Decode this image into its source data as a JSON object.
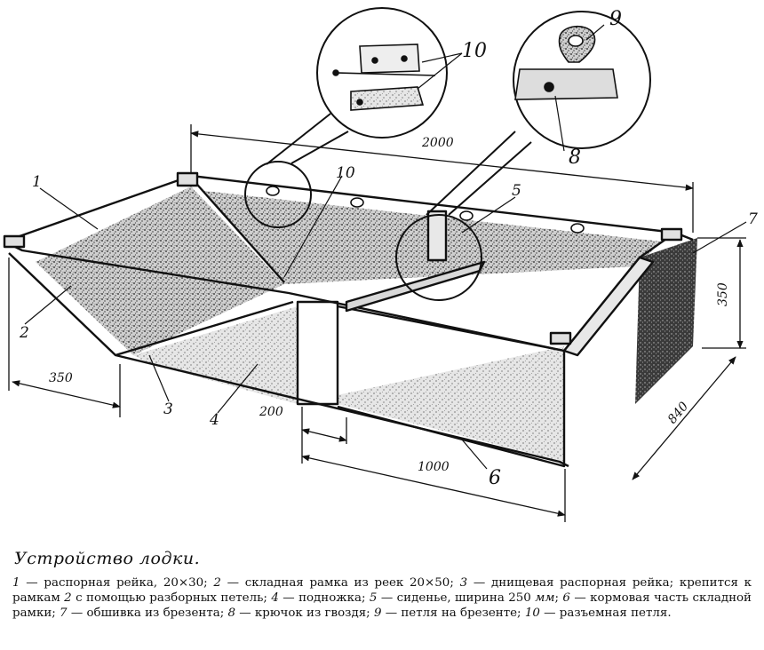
{
  "dimensions": {
    "length": "2000",
    "height": "350",
    "width": "840",
    "bow": "350",
    "step": "200",
    "stern": "1000"
  },
  "labels": [
    "1",
    "2",
    "3",
    "4",
    "5",
    "6",
    "7",
    "8",
    "9",
    "10",
    "10"
  ],
  "caption": {
    "title": "Устройство лодки.",
    "legend": [
      {
        "num": "1",
        "text": " — распорная рейка, 20×30; "
      },
      {
        "num": "2",
        "text": " — складная рамка из реек 20×50; "
      },
      {
        "num": "3",
        "text": " — днищевая распорная рейка; крепится к рамкам "
      },
      {
        "num": "2",
        "text": " с помощью разборных петель; "
      },
      {
        "num": "4",
        "text": " — подножка; "
      },
      {
        "num": "5",
        "text": " — сиденье, ширина 250 "
      },
      {
        "unit": "мм",
        "text": "; "
      },
      {
        "num": "6",
        "text": " — кормовая часть складной рамки; "
      },
      {
        "num": "7",
        "text": " — обшивка из брезента; "
      },
      {
        "num": "8",
        "text": " — крючок из гвоздя; "
      },
      {
        "num": "9",
        "text": " — петля на брезенте; "
      },
      {
        "num": "10",
        "text": " — разъемная петля."
      }
    ]
  }
}
